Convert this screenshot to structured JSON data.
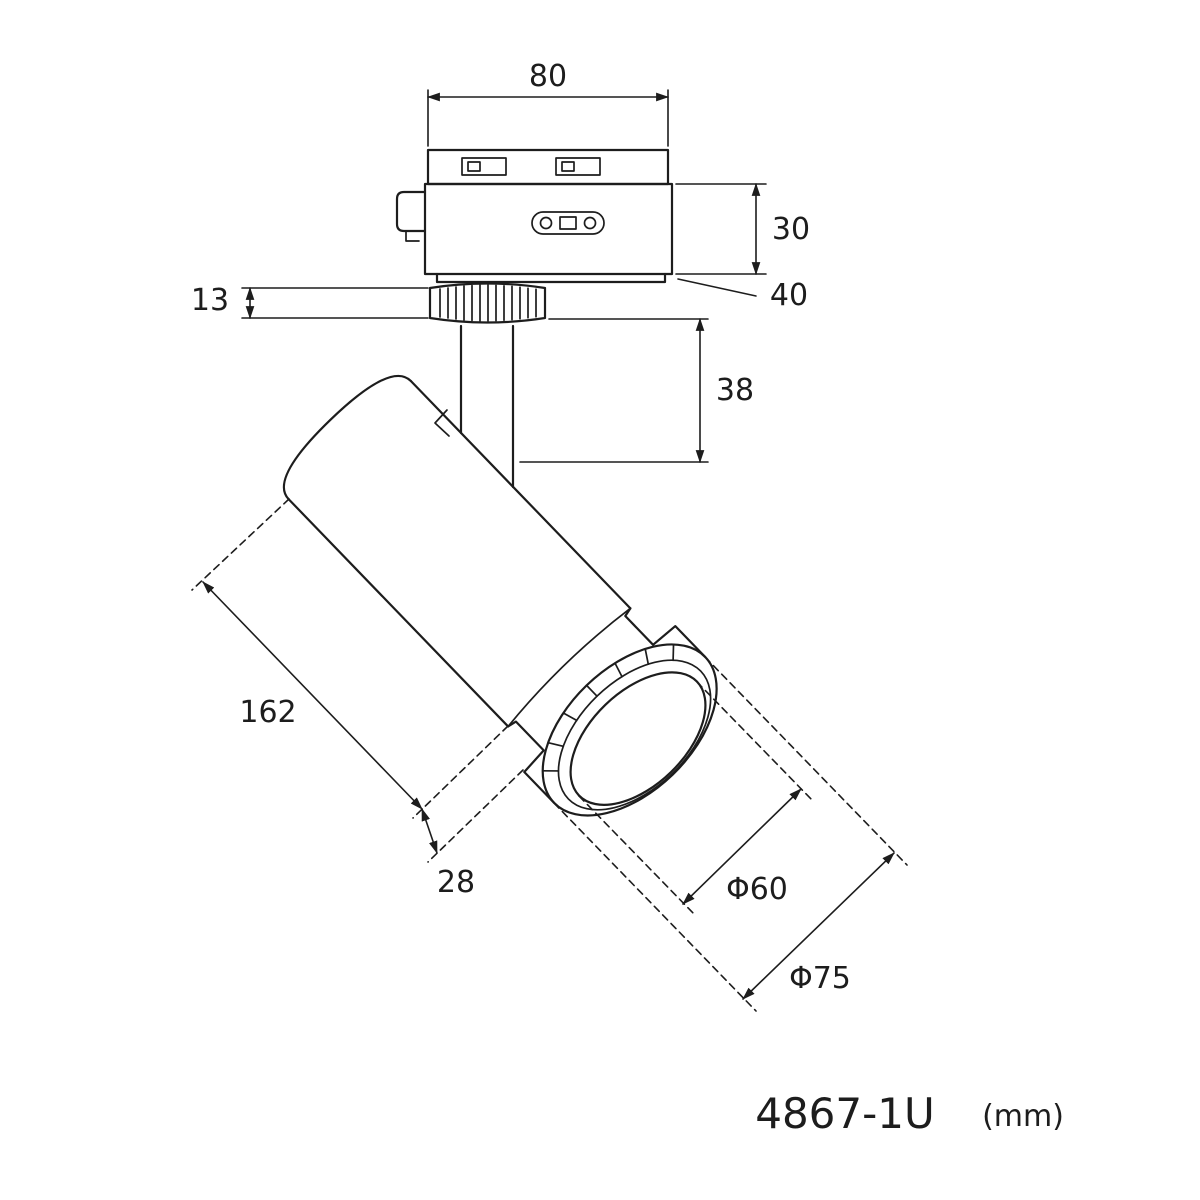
{
  "drawing": {
    "part_number": "4867-1U",
    "units_label": "(mm)",
    "dims": {
      "track_adapter_width": "80",
      "adapter_body_height": "30",
      "adapter_depth": "40",
      "collar_height": "13",
      "stem_length": "38",
      "body_length": "162",
      "bezel_length": "28",
      "lens_diameter": "Φ60",
      "head_diameter": "Φ75"
    }
  },
  "colors": {
    "ink": "#1d1d1d",
    "paper": "#ffffff"
  }
}
